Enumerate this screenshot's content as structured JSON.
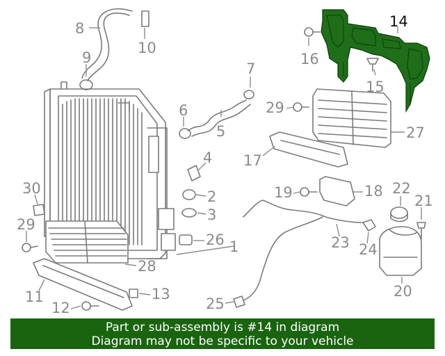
{
  "diagram": {
    "highlighted_part": "14",
    "highlight_color": "#1f6e1a",
    "banner_color": "#1a6410",
    "callouts": {
      "c1": "1",
      "c2": "2",
      "c3": "3",
      "c4": "4",
      "c5": "5",
      "c6": "6",
      "c7": "7",
      "c8": "8",
      "c9": "9",
      "c10": "10",
      "c11": "11",
      "c12": "12",
      "c13": "13",
      "c14": "14",
      "c15": "15",
      "c16": "16",
      "c17": "17",
      "c18": "18",
      "c19": "19",
      "c20": "20",
      "c21": "21",
      "c22": "22",
      "c23": "23",
      "c24": "24",
      "c25": "25",
      "c26": "26",
      "c27": "27",
      "c28": "28",
      "c29a": "29",
      "c29b": "29",
      "c30": "30"
    }
  },
  "banner": {
    "line1": "Part or sub-assembly is #14 in diagram",
    "line2": "Diagram may not be specific to your vehicle"
  }
}
